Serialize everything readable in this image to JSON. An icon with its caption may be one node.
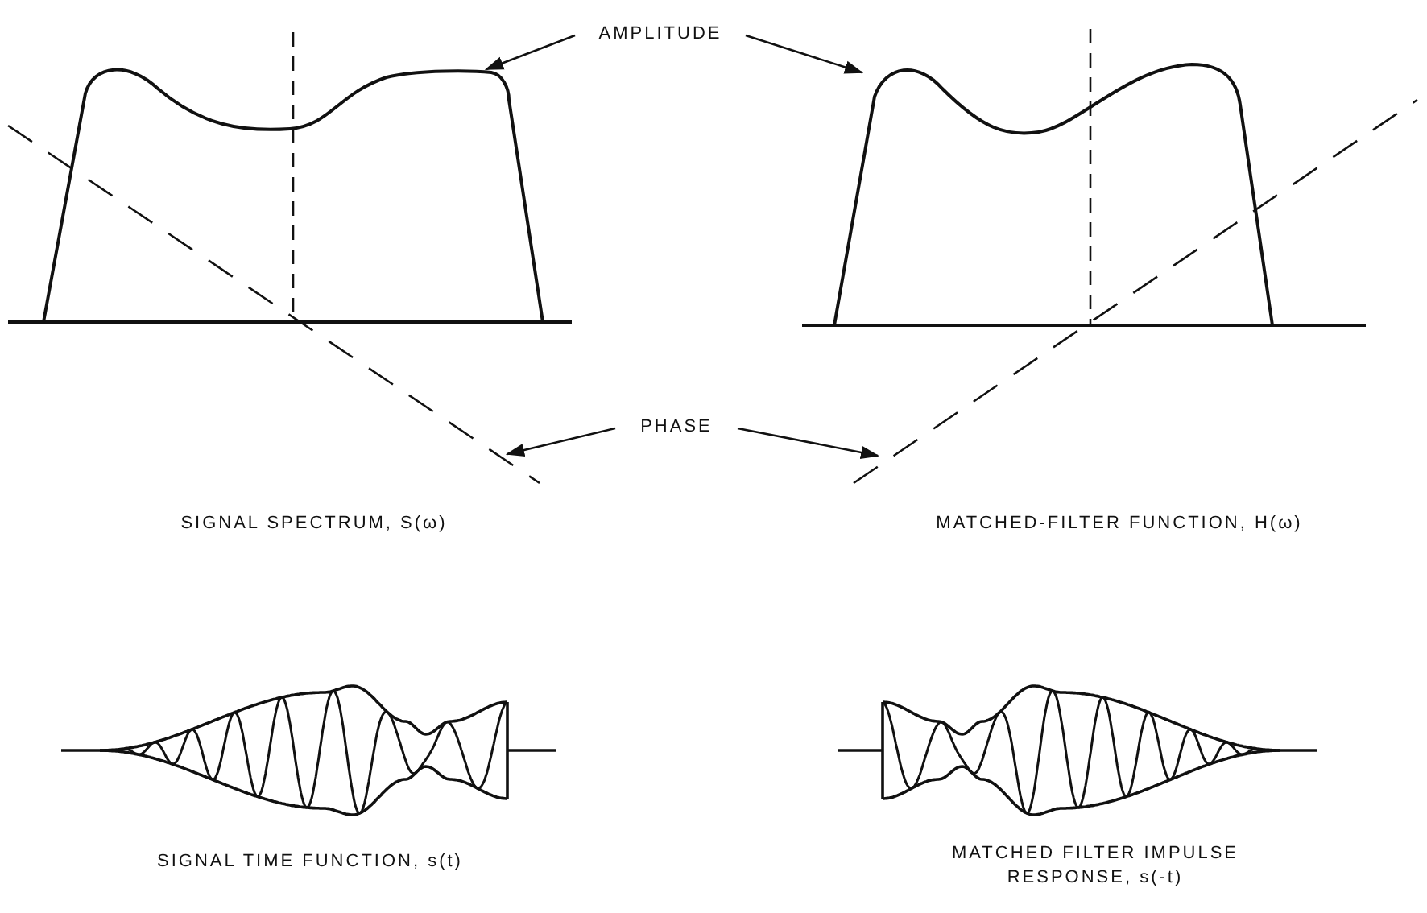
{
  "diagram": {
    "nodes": [
      {
        "text": [
          "AMPLITUDE"
        ]
      },
      {
        "text": [],
        "shape": "line"
      },
      {
        "text": [],
        "shape": "line"
      },
      {
        "text": [
          "PHASE"
        ]
      },
      {
        "text": [],
        "shape": "line"
      },
      {
        "text": [],
        "shape": "line"
      }
    ],
    "edges": [
      {
        "from": 0,
        "to": 1,
        "arrow": "to"
      },
      {
        "from": 0,
        "to": 2,
        "arrow": "to"
      },
      {
        "from": 3,
        "to": 4,
        "arrow": "to"
      },
      {
        "from": 3,
        "to": 5,
        "arrow": "to"
      }
    ],
    "labels": [
      "SIGNAL SPECTRUM, S(ω)",
      "MATCHED-FILTER FUNCTION, H(ω)",
      "SIGNAL TIME FUNCTION, s(t)",
      "MATCHED FILTER IMPULSE RESPONSE, s(-t)"
    ]
  }
}
